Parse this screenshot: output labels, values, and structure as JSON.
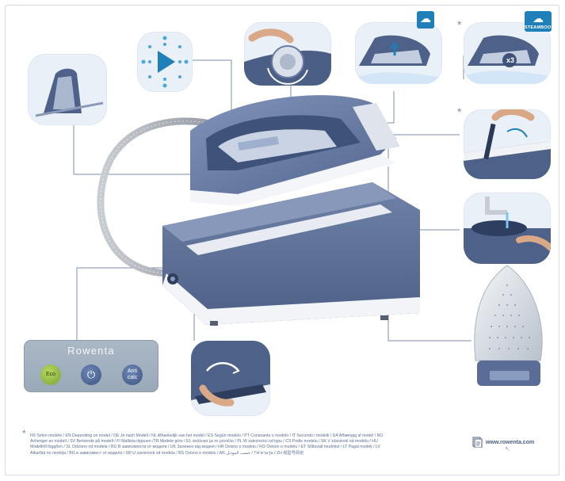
{
  "brand": "Rowenta",
  "controls": {
    "eco_label": "Eco",
    "power_symbol": "⏻",
    "anticalc_label": "Anti calc"
  },
  "steam_badge": {
    "boost_label": "STEAMBOOST"
  },
  "badges": {
    "multiplier": "x3"
  },
  "asterisk": "*",
  "footer": {
    "asterisk": "*",
    "text": "FR Selon modèle / EN Depending on model / DE Je nach Modell / NL Afhankelijk van het model / ES Según modelo / PT Consoante o modelo / IT Secondo i modelli / DA Afhængig af model / NO Avhenger av modell / SV Beroende på modell / FI Mallista riippuen /TR Modele göre / EL ανάλογα με το μοντέλο / PL W zależności od typu / CS Podle modelu / SK V závislosti od modelu / HU Modelltől függően / SL Odvisno od modela / RU В зависимости от модели / UK Залежно від моделі / HR Ovisno o modelu / RO Ovisno o modelu / ET Sõltuvalt mudelist / LT Pagal modelį / LV Atkarībā no modeļa / BG в зависимост от модела / SR U zavisnosti od modela / BS Ovisno o modelu / AR حسب الموديل / TH ตามรุ่น / ZH 视型号而定"
  },
  "website": "www.rowenta.com",
  "colors": {
    "body_blue": "#5c6f97",
    "body_dark": "#435579",
    "panel_bg": "#eaf0f7",
    "badge_blue": "#1f7fb8",
    "eco_green": "#8fb546",
    "leader": "#7e8fae"
  }
}
